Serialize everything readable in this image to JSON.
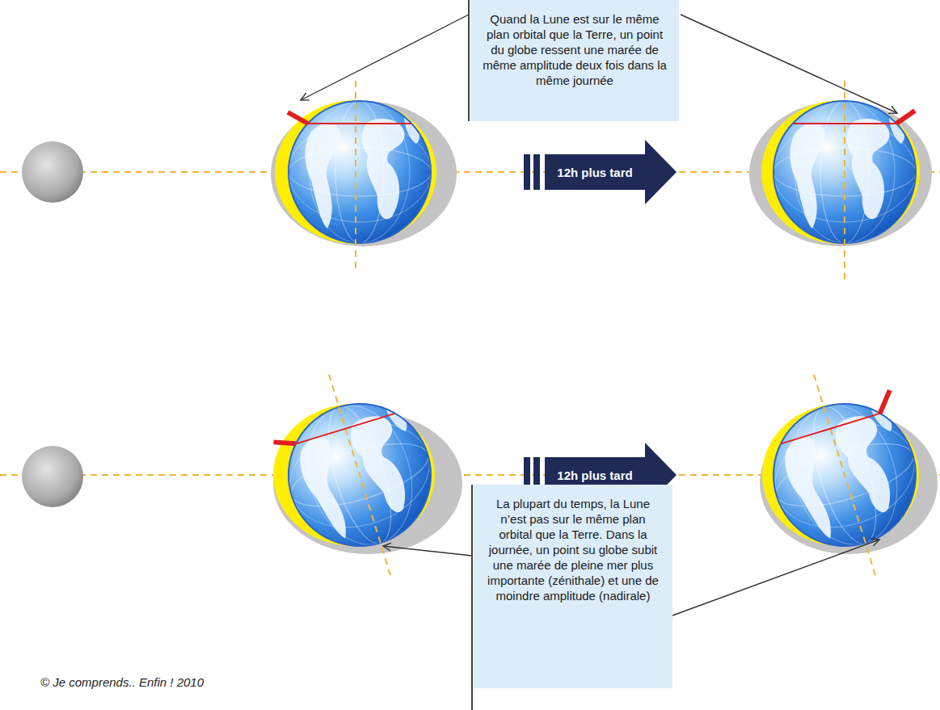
{
  "diagram": {
    "nodes": [
      {
        "text": [
          "Quand la Lune est sur le même plan orbital que la Terre, un point du globe ressent une marée de même amplitude deux fois dans la même journée"
        ]
      },
      {
        "text": [
          "12h plus tard"
        ]
      },
      {
        "text": [
          "12h plus tard"
        ]
      },
      {
        "text": [
          "La plupart du temps, la Lune n’est pas sur le même plan orbital que la Terre. Dans la journée, un point su globe subit une marée de pleine mer plus importante (zénithale) et une de moindre amplitude (nadirale)"
        ]
      }
    ],
    "labels": [
      "© Je comprends.. Enfin ! 2010"
    ]
  }
}
